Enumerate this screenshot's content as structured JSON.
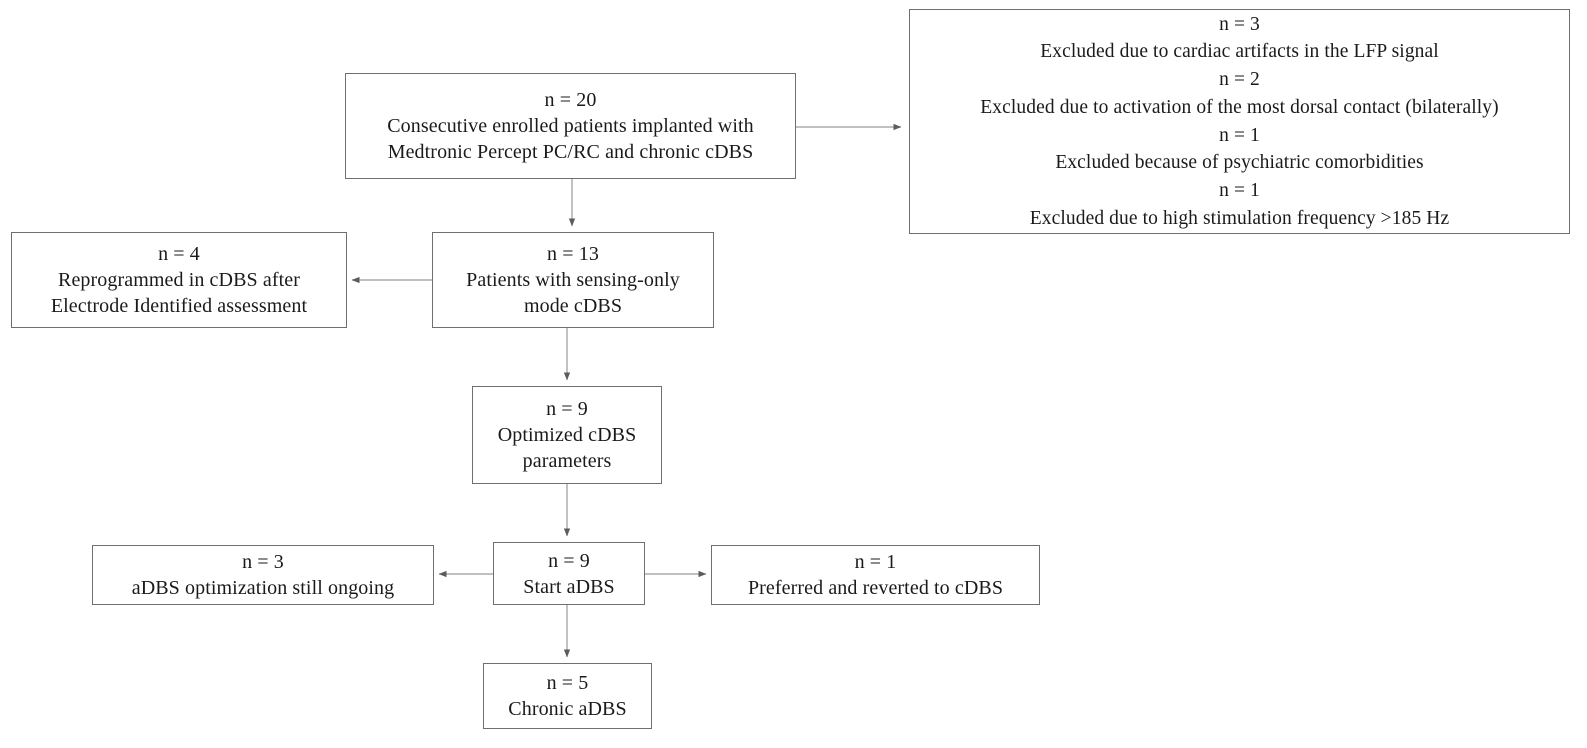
{
  "diagram": {
    "title": "Patient flow diagram: cDBS to aDBS",
    "line_color": "#8a8a8a",
    "border_color": "#6f6f6f",
    "text_color": "#1a1a1a",
    "background": "#ffffff"
  },
  "nodes": {
    "enrolled": {
      "count": "n = 20",
      "line2": "Consecutive enrolled patients implanted with",
      "line3": "Medtronic Percept PC/RC and chronic cDBS"
    },
    "excluded": {
      "l1": "n = 3",
      "l2": "Excluded due to cardiac artifacts in the LFP signal",
      "l3": "n = 2",
      "l4": "Excluded due to activation of the most dorsal contact (bilaterally)",
      "l5": "n = 1",
      "l6": "Excluded because of psychiatric comorbidities",
      "l7": "n = 1",
      "l8": "Excluded due to high stimulation frequency >185 Hz"
    },
    "sensing": {
      "count": "n = 13",
      "line2": "Patients with sensing-only",
      "line3": "mode cDBS"
    },
    "reprogrammed": {
      "count": "n = 4",
      "line2": "Reprogrammed in cDBS after",
      "line3": "Electrode Identified assessment"
    },
    "optimized": {
      "count": "n = 9",
      "line2": "Optimized cDBS",
      "line3": "parameters"
    },
    "start_adbs": {
      "count": "n = 9",
      "line2": "Start aDBS"
    },
    "ongoing": {
      "count": "n = 3",
      "line2": "aDBS optimization still ongoing"
    },
    "reverted": {
      "count": "n = 1",
      "line2": "Preferred and reverted to cDBS"
    },
    "chronic": {
      "count": "n = 5",
      "line2": "Chronic aDBS"
    }
  },
  "connectors": [
    {
      "name": "enrolled-to-excluded",
      "direction": "right"
    },
    {
      "name": "enrolled-to-sensing",
      "direction": "down"
    },
    {
      "name": "sensing-to-reprogrammed",
      "direction": "left"
    },
    {
      "name": "sensing-to-optimized",
      "direction": "down"
    },
    {
      "name": "optimized-to-startadbs",
      "direction": "down"
    },
    {
      "name": "startadbs-to-ongoing",
      "direction": "left"
    },
    {
      "name": "startadbs-to-reverted",
      "direction": "right"
    },
    {
      "name": "startadbs-to-chronic",
      "direction": "down"
    }
  ]
}
